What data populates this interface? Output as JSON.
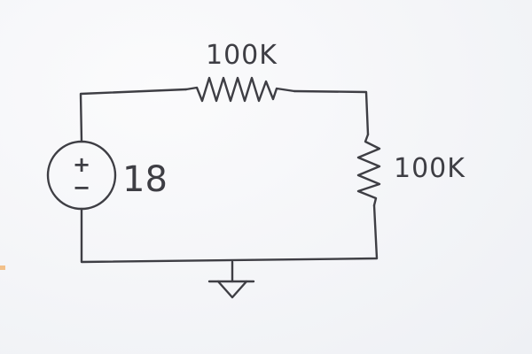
{
  "components": {
    "source": {
      "value_label": "18",
      "plus": "+",
      "minus": "−"
    },
    "resistor_top": {
      "label": "100K"
    },
    "resistor_right": {
      "label": "100K"
    },
    "ground": {
      "symbol": "ground"
    }
  },
  "colors": {
    "ink": "#3e3e44",
    "paper": "#f6f7f9"
  }
}
